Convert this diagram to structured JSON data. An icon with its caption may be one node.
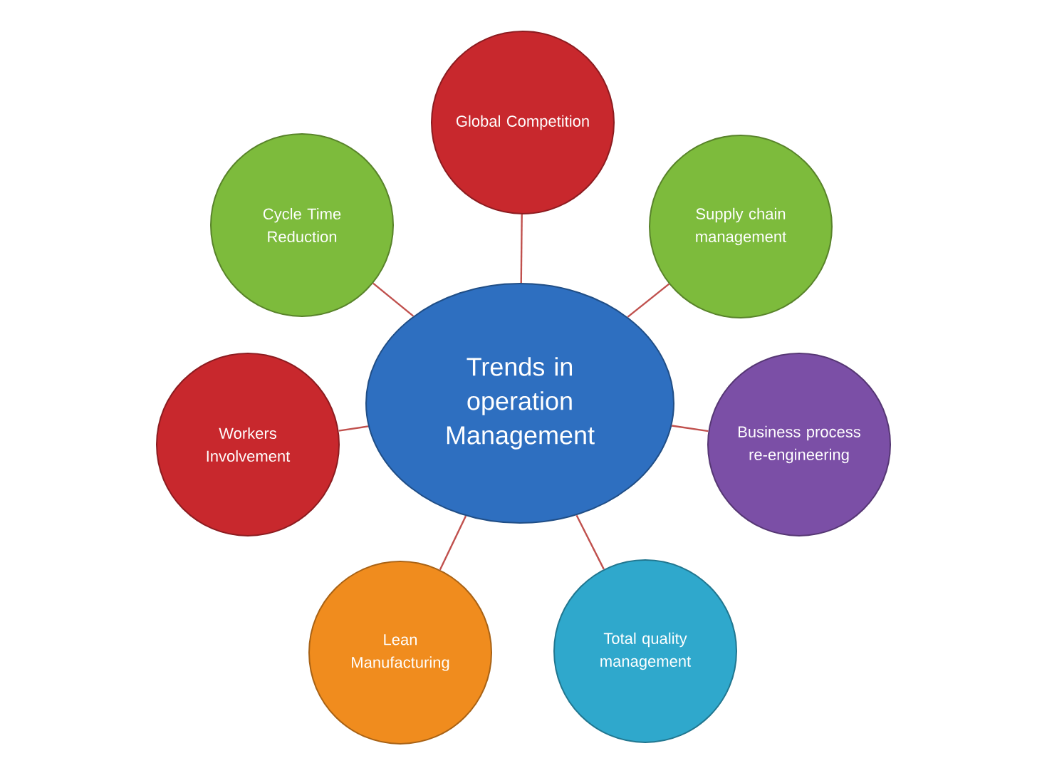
{
  "diagram": {
    "nodes": [
      {
        "text": [
          "Global Competition"
        ]
      },
      {
        "text": [
          "Cycle Time Reduction"
        ]
      },
      {
        "text": [
          "Supply chain management"
        ]
      },
      {
        "text": [
          "Trends in operation Management"
        ]
      },
      {
        "text": [
          "Workers Involvement"
        ]
      },
      {
        "text": [
          "Business process re-engineering"
        ]
      },
      {
        "text": [
          "Lean Manufacturing"
        ]
      },
      {
        "text": [
          "Total quality management"
        ]
      }
    ],
    "edges": [
      {
        "from": 3,
        "to": 0,
        "arrow": "none"
      },
      {
        "from": 3,
        "to": 1,
        "arrow": "none"
      },
      {
        "from": 3,
        "to": 2,
        "arrow": "none"
      },
      {
        "from": 3,
        "to": 4,
        "arrow": "none"
      },
      {
        "from": 3,
        "to": 5,
        "arrow": "none"
      },
      {
        "from": 3,
        "to": 6,
        "arrow": "none"
      },
      {
        "from": 3,
        "to": 7,
        "arrow": "none"
      }
    ]
  }
}
